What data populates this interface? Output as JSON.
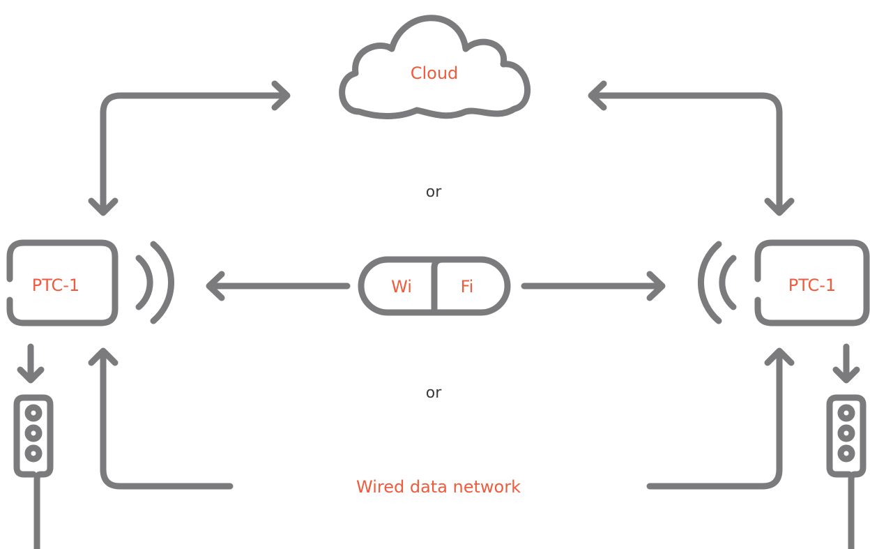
{
  "labels": {
    "cloud": "Cloud",
    "or_top": "or",
    "or_bottom": "or",
    "device_left": "PTC-1",
    "device_right": "PTC-1",
    "wifi_left": "Wi",
    "wifi_right": "Fi",
    "wired": "Wired data network"
  },
  "colors": {
    "line": "#7b7b7d",
    "accent": "#ef5b3c",
    "text": "#3a3a3a",
    "background": "#ffffff"
  },
  "icons": {
    "cloud": "cloud-icon",
    "wifi": "wifi-pill-icon",
    "signal_left": "signal-waves-icon",
    "signal_right": "signal-waves-icon",
    "traffic_light_left": "traffic-light-icon",
    "traffic_light_right": "traffic-light-icon"
  }
}
